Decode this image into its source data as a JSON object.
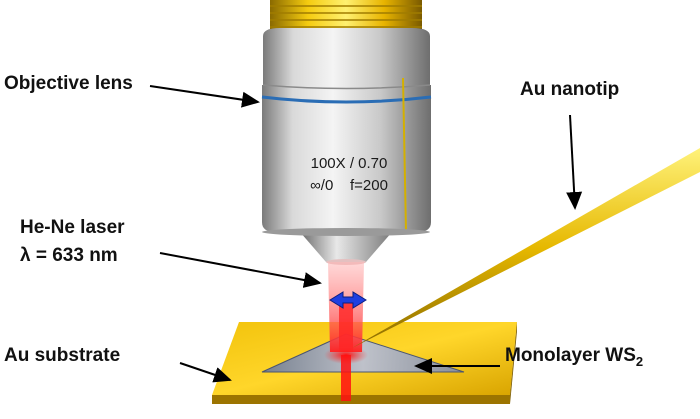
{
  "labels": {
    "objective_lens": "Objective lens",
    "au_nanotip": "Au nanotip",
    "laser_line1": "He-Ne laser",
    "laser_line2": "λ = 633 nm",
    "au_substrate": "Au substrate",
    "monolayer_prefix": "Monolayer WS",
    "monolayer_subscript": "2"
  },
  "lens_markings": {
    "line1": "100X / 0.70",
    "line2": "∞/0    f=200"
  },
  "colors": {
    "gold": "#e8b400",
    "laser": "#ff3030",
    "polarization_arrow": "#1f3fe0",
    "lens_body": "#c8c8c8",
    "lens_band": "#2a6db5"
  }
}
